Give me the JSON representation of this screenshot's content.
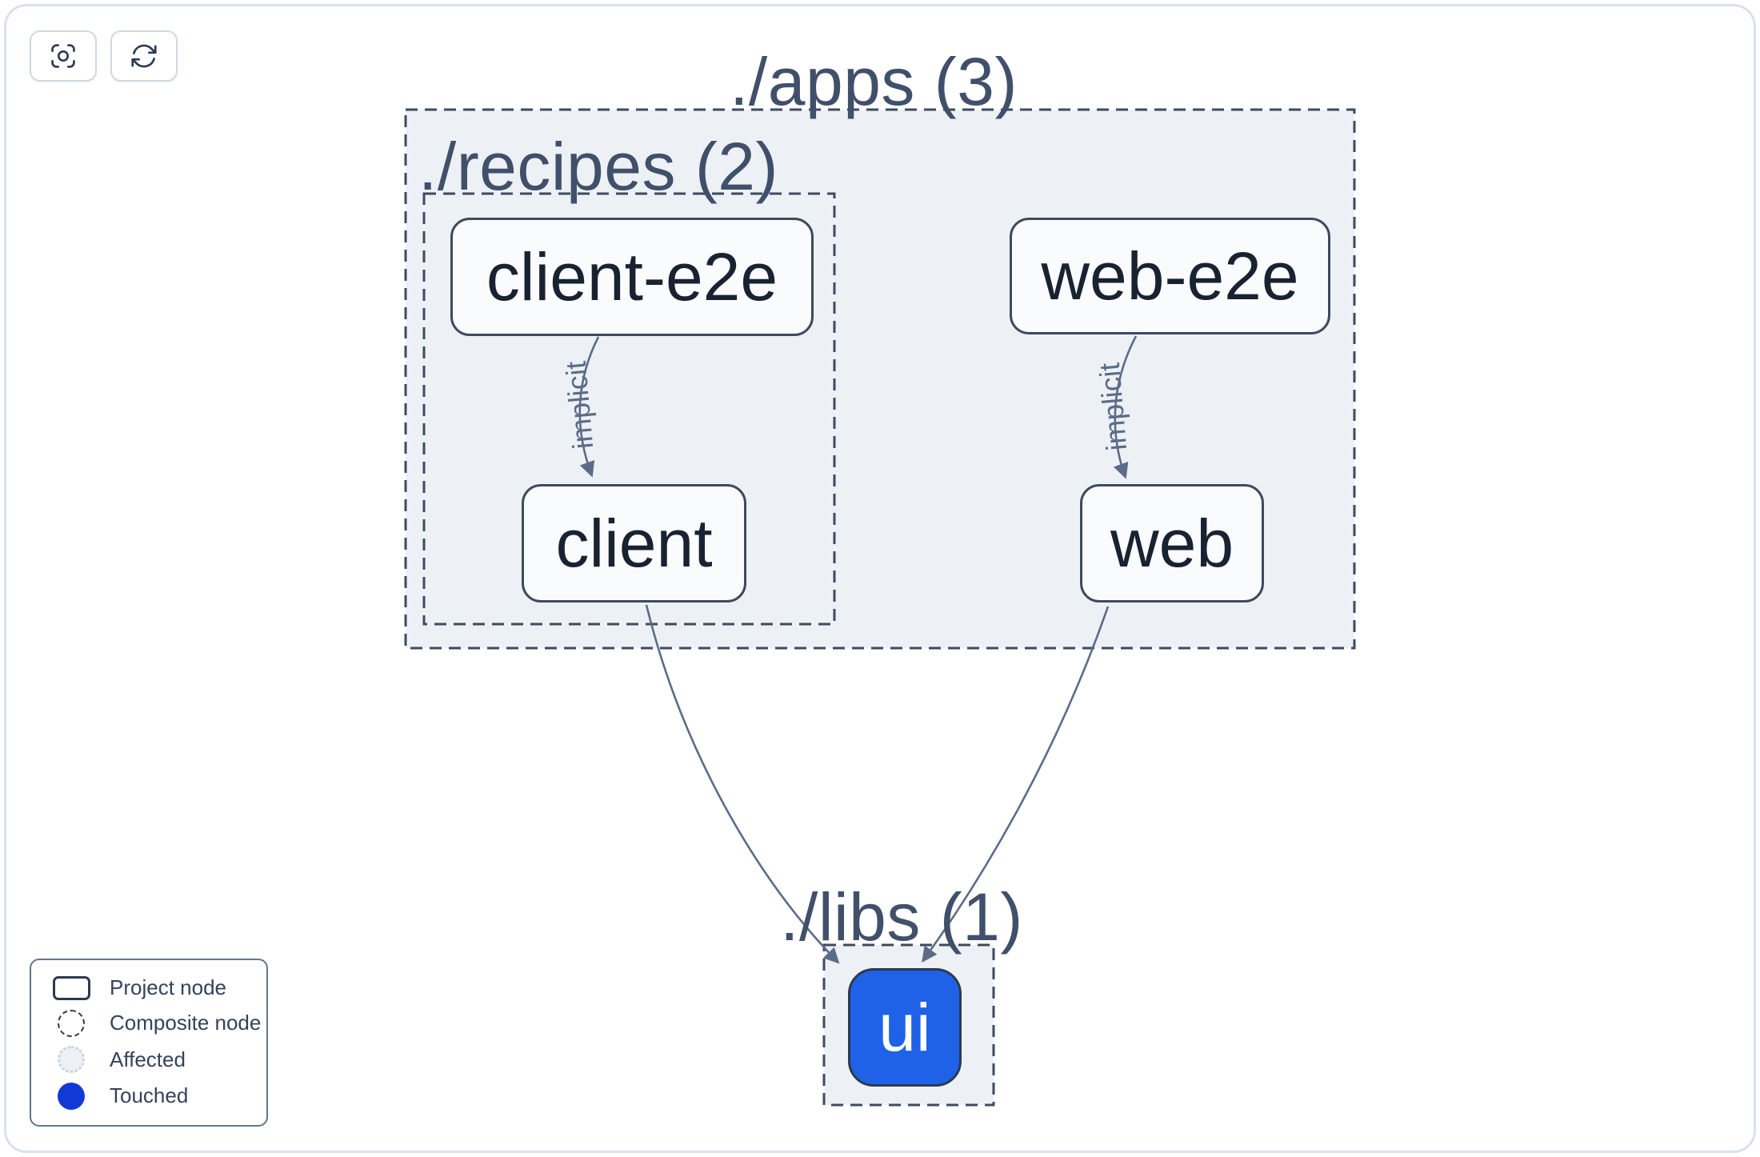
{
  "toolbar": {
    "buttons": [
      {
        "id": "focus",
        "icon": "viewfinder-icon"
      },
      {
        "id": "refresh",
        "icon": "refresh-icon"
      }
    ]
  },
  "graph": {
    "groups": [
      {
        "id": "apps",
        "label": "./apps (3)",
        "directory": "./apps",
        "project_count": 3
      },
      {
        "id": "recipes",
        "label": "./recipes (2)",
        "directory": "./recipes",
        "project_count": 2
      },
      {
        "id": "libs",
        "label": "./libs (1)",
        "directory": "./libs",
        "project_count": 1
      }
    ],
    "nodes": [
      {
        "id": "client-e2e",
        "label": "client-e2e",
        "state": "default"
      },
      {
        "id": "web-e2e",
        "label": "web-e2e",
        "state": "default"
      },
      {
        "id": "client",
        "label": "client",
        "state": "default"
      },
      {
        "id": "web",
        "label": "web",
        "state": "default"
      },
      {
        "id": "ui",
        "label": "ui",
        "state": "touched"
      }
    ],
    "edges": [
      {
        "source": "client-e2e",
        "target": "client",
        "label": "implicit"
      },
      {
        "source": "web-e2e",
        "target": "web",
        "label": "implicit"
      },
      {
        "source": "client",
        "target": "ui",
        "label": ""
      },
      {
        "source": "web",
        "target": "ui",
        "label": ""
      }
    ]
  },
  "legend": {
    "items": [
      {
        "swatch": "project-node",
        "label": "Project node"
      },
      {
        "swatch": "composite-node",
        "label": "Composite node"
      },
      {
        "swatch": "affected",
        "label": "Affected"
      },
      {
        "swatch": "touched",
        "label": "Touched"
      }
    ]
  },
  "colors": {
    "touched_blue": "#1f62e7",
    "legend_touched_blue": "#1139d6",
    "edge": "#5c6c88",
    "group_border": "#3f4a61",
    "group_fill": "#edf1f6",
    "node_border": "#3d4a60",
    "node_fill": "#fafbfd",
    "node_text": "#192231",
    "group_label_text": "#41506a",
    "frame_border": "#d9e1ef"
  }
}
